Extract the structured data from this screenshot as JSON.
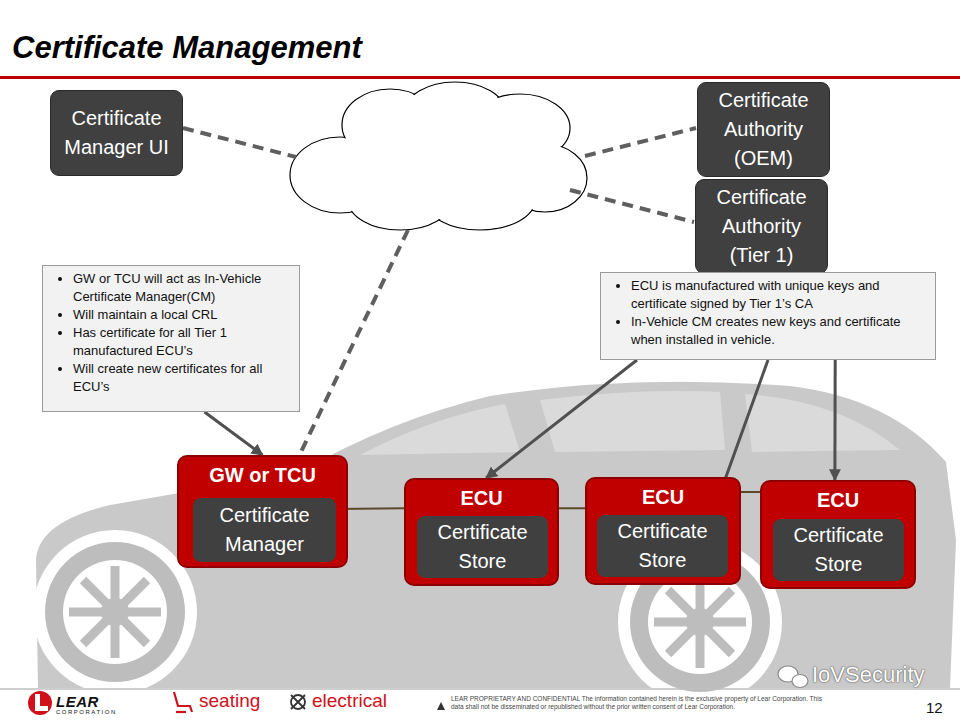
{
  "diagram": {
    "title": "Certificate Management",
    "nodes": [
      {
        "text": [
          "Certificate Manager UI"
        ]
      },
      {
        "text": [
          "Certificate Authority (OEM)"
        ]
      },
      {
        "text": [
          "Certificate Authority (Tier 1)"
        ]
      },
      {
        "text": [
          "GW or TCU will act as In-Vehicle Certificate Manager(CM)",
          "Will maintain a local CRL",
          "Has certificate for all Tier 1 manufactured ECU’s",
          "Will create new certificates for all ECU’s"
        ]
      },
      {
        "text": [
          "ECU is manufactured with unique keys and certificate signed by Tier 1’s CA",
          "In-Vehicle CM creates new keys and certificate when installed in vehicle."
        ]
      },
      {
        "text": [
          "GW or TCU"
        ]
      },
      {
        "text": [
          "Certificate Manager"
        ],
        "in": 5
      },
      {
        "text": [
          "ECU"
        ]
      },
      {
        "text": [
          "Certificate Store"
        ],
        "in": 7
      },
      {
        "text": [
          "ECU"
        ]
      },
      {
        "text": [
          "Certificate Store"
        ],
        "in": 9
      },
      {
        "text": [
          "ECU"
        ]
      },
      {
        "text": [
          "Certificate Store"
        ],
        "in": 11
      }
    ],
    "edges": [
      {
        "from": 3,
        "to": 5,
        "arrow": "to"
      },
      {
        "from": 4,
        "to": 7,
        "arrow": "to"
      },
      {
        "from": 4,
        "to": 10,
        "arrow": "to"
      },
      {
        "from": 4,
        "to": 11,
        "arrow": "to"
      },
      {
        "from": 6,
        "to": 7,
        "arrow": "none"
      },
      {
        "from": 7,
        "to": 9,
        "arrow": "none"
      },
      {
        "from": 9,
        "to": 11,
        "arrow": "none"
      }
    ],
    "labels": [
      "LEAR",
      "CORPORATION",
      "seating",
      "electrical",
      "LEAR PROPRIETARY AND CONFIDENTIAL The information contained herein is the exclusive property of Lear Corporation. This data shall not be disseminated or republished without the prior written consent of Lear Corporation.",
      "IoVSecurity",
      "12"
    ]
  }
}
